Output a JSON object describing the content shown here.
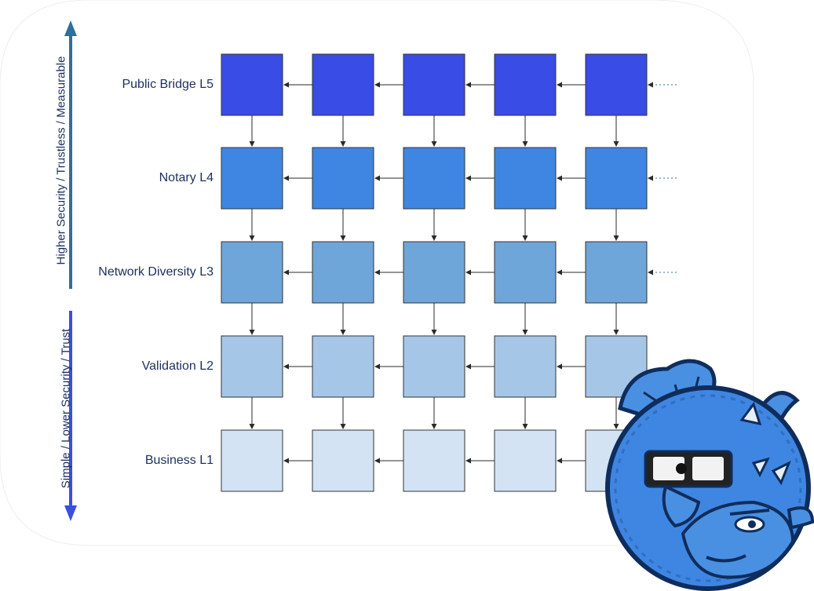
{
  "axis": {
    "up_label": "Higher Security / Trustless / Measurable",
    "down_label": "Simple / Lower Security / Trust",
    "up_color": "#2f6f9e",
    "down_color": "#3a4fe0"
  },
  "layers": [
    {
      "label": "Public Bridge L5",
      "color": "#3a4ce6"
    },
    {
      "label": "Notary L4",
      "color": "#3f86e2"
    },
    {
      "label": "Network Diversity L3",
      "color": "#6fa6d9"
    },
    {
      "label": "Validation L2",
      "color": "#a6c6e8"
    },
    {
      "label": "Business L1",
      "color": "#d3e3f4"
    }
  ],
  "columns": 5,
  "mascot": {
    "name": "dragon-mascot",
    "color": "#3f86e2"
  }
}
